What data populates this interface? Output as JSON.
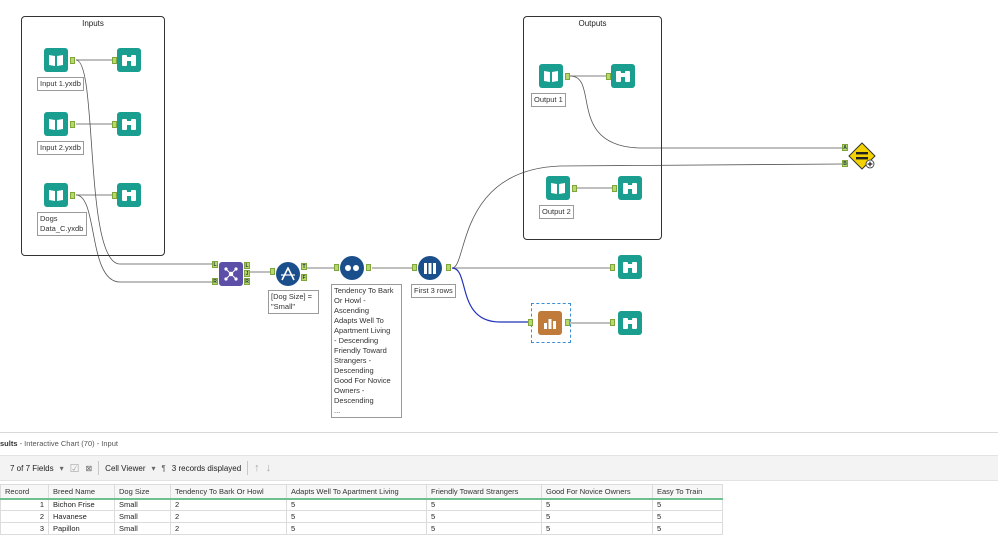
{
  "canvas": {
    "containers": [
      {
        "title": "Inputs"
      },
      {
        "title": "Outputs"
      }
    ],
    "tool_labels": {
      "input1": "Input 1.yxdb",
      "input2": "Input 2.yxdb",
      "input3": "Dogs\nData_C.yxdb",
      "output1": "Output 1",
      "output2": "Output 2",
      "filter": "[Dog Size] =\n\"Small\"",
      "sort": "Tendency To Bark\nOr Howl -\nAscending\nAdapts Well To\nApartment Living\n- Descending\nFriendly Toward\nStrangers -\nDescending\nGood For Novice\nOwners -\nDescending\n...",
      "sample": "First 3 rows"
    },
    "anchor_letters": {
      "join_l": "L",
      "join_r": "R",
      "join_j": "J",
      "join_lo": "L",
      "join_ro": "R",
      "filter_t": "T",
      "filter_f": "F",
      "test_a": "A",
      "test_b": "B"
    },
    "colors": {
      "teal": "#1a9e8f",
      "navy": "#1b4f8c",
      "join": "#5b4fa8",
      "chart": "#c07a3a",
      "test": "#f2d200"
    }
  },
  "results": {
    "title_prefix": "sults",
    "title_rest": " - Interactive Chart (70) - Input",
    "toolbar": {
      "fields": "7 of 7 Fields",
      "viewer": "Cell Viewer",
      "records": "3 records displayed"
    },
    "columns": [
      "Record",
      "Breed Name",
      "Dog Size",
      "Tendency To Bark Or Howl",
      "Adapts Well To Apartment Living",
      "Friendly Toward Strangers",
      "Good For Novice Owners",
      "Easy To Train"
    ],
    "rows": [
      [
        "1",
        "Bichon Frise",
        "Small",
        "2",
        "5",
        "5",
        "5",
        "5"
      ],
      [
        "2",
        "Havanese",
        "Small",
        "2",
        "5",
        "5",
        "5",
        "5"
      ],
      [
        "3",
        "Papillon",
        "Small",
        "2",
        "5",
        "5",
        "5",
        "5"
      ]
    ]
  }
}
